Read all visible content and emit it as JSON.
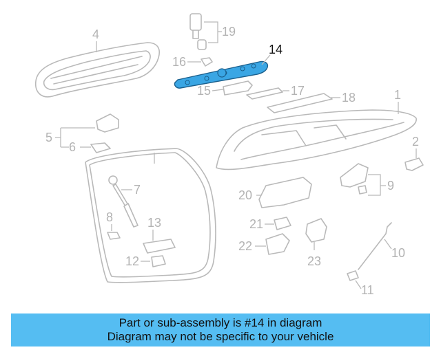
{
  "diagram": {
    "highlight_color": "#3aa6e4",
    "part_color": "#b9b9b9",
    "callouts": {
      "c1": "1",
      "c2": "2",
      "c4": "4",
      "c5": "5",
      "c6": "6",
      "c7": "7",
      "c8": "8",
      "c9": "9",
      "c10": "10",
      "c11": "11",
      "c12": "12",
      "c13": "13",
      "c14": "14",
      "c15": "15",
      "c16": "16",
      "c17": "17",
      "c18": "18",
      "c19": "19",
      "c20": "20",
      "c21": "21",
      "c22": "22",
      "c23": "23"
    }
  },
  "banner": {
    "background": "#55bdf2",
    "line1": "Part or sub-assembly is #14 in diagram",
    "line2": "Diagram may not be specific to your vehicle"
  }
}
